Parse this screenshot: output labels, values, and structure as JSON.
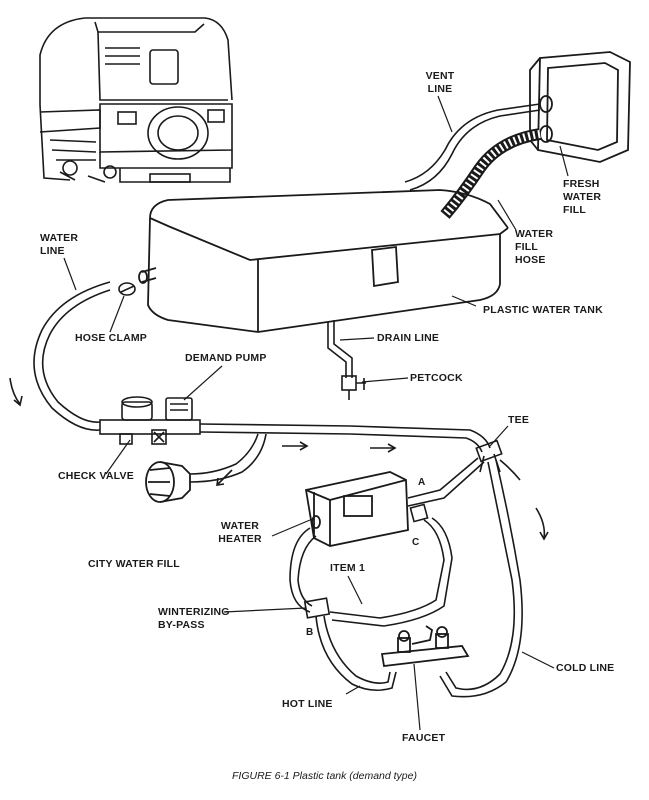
{
  "labels": {
    "vent_line": [
      "VENT",
      "LINE"
    ],
    "fresh_water_fill": [
      "FRESH",
      "WATER",
      "FILL"
    ],
    "water_fill_hose": [
      "WATER",
      "FILL",
      "HOSE"
    ],
    "water_line": [
      "WATER",
      "LINE"
    ],
    "plastic_water_tank": "PLASTIC WATER TANK",
    "hose_clamp": "HOSE CLAMP",
    "drain_line": "DRAIN LINE",
    "demand_pump": "DEMAND PUMP",
    "petcock": "PETCOCK",
    "tee": "TEE",
    "check_valve": "CHECK VALVE",
    "water_heater": [
      "WATER",
      "HEATER"
    ],
    "city_water_fill": "CITY WATER FILL",
    "item_1": "ITEM 1",
    "winterizing_bypass": [
      "WINTERIZING",
      "BY-PASS"
    ],
    "cold_line": "COLD LINE",
    "hot_line": "HOT LINE",
    "faucet": "FAUCET",
    "point_a": "A",
    "point_b": "B",
    "point_c": "C"
  },
  "caption": "FIGURE 6-1  Plastic tank (demand type)"
}
